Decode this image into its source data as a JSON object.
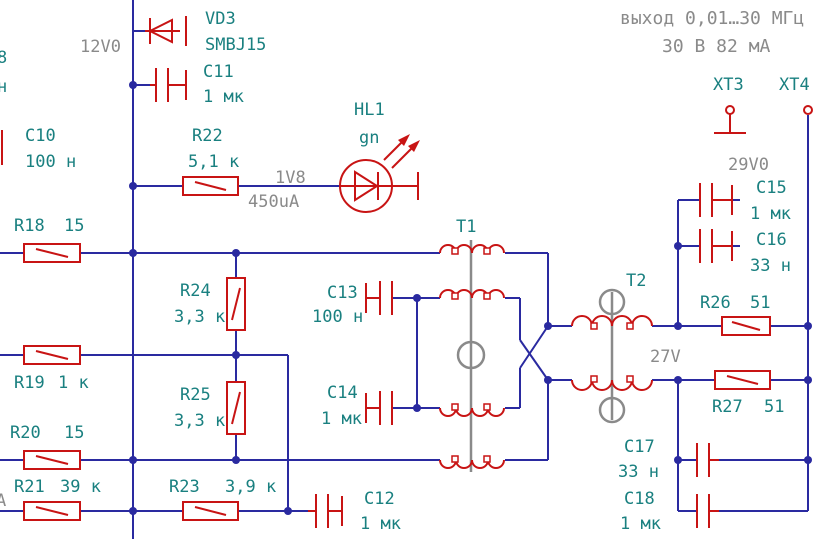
{
  "notes": {
    "line1": "выход   0,01…30 МГц",
    "line2": "30 В   82 мА"
  },
  "nets": {
    "n12": "12V0",
    "n1v8": "1V8",
    "n450": "450uA",
    "n29": "29V0",
    "n27": "27V"
  },
  "parts": {
    "vd3": {
      "ref": "VD3",
      "value": "SMBJ15"
    },
    "c11": {
      "ref": "C11",
      "value": "1 мк"
    },
    "c10": {
      "ref": "C10",
      "value": "100 н"
    },
    "r22": {
      "ref": "R22",
      "value": "5,1 к"
    },
    "hl1": {
      "ref": "HL1",
      "value": "gn"
    },
    "r18": {
      "ref": "R18",
      "value": "15"
    },
    "r24": {
      "ref": "R24",
      "value": "3,3 к"
    },
    "r25": {
      "ref": "R25",
      "value": "3,3 к"
    },
    "r19": {
      "ref": "R19",
      "value": "1 к"
    },
    "r20": {
      "ref": "R20",
      "value": "15"
    },
    "r21": {
      "ref": "R21",
      "value": "39 к"
    },
    "r23": {
      "ref": "R23",
      "value": "3,9 к"
    },
    "c12": {
      "ref": "C12",
      "value": "1 мк"
    },
    "c13": {
      "ref": "C13",
      "value": "100 н"
    },
    "c14": {
      "ref": "C14",
      "value": "1 мк"
    },
    "t1": {
      "ref": "T1"
    },
    "t2": {
      "ref": "T2"
    },
    "c15": {
      "ref": "C15",
      "value": "1 мк"
    },
    "c16": {
      "ref": "C16",
      "value": "33 н"
    },
    "r26": {
      "ref": "R26",
      "value": "51"
    },
    "r27": {
      "ref": "R27",
      "value": "51"
    },
    "c17": {
      "ref": "C17",
      "value": "33 н"
    },
    "c18": {
      "ref": "C18",
      "value": "1 мк"
    },
    "xt3": {
      "ref": "XT3"
    },
    "xt4": {
      "ref": "XT4"
    }
  },
  "cut_off": {
    "left_top_digit": "8",
    "left_top_unit": "н",
    "left_a": "A"
  },
  "colors": {
    "wire": "#2a2aa0",
    "component": "#c81414",
    "label": "#1a8080",
    "net": "#8a8a8a"
  }
}
